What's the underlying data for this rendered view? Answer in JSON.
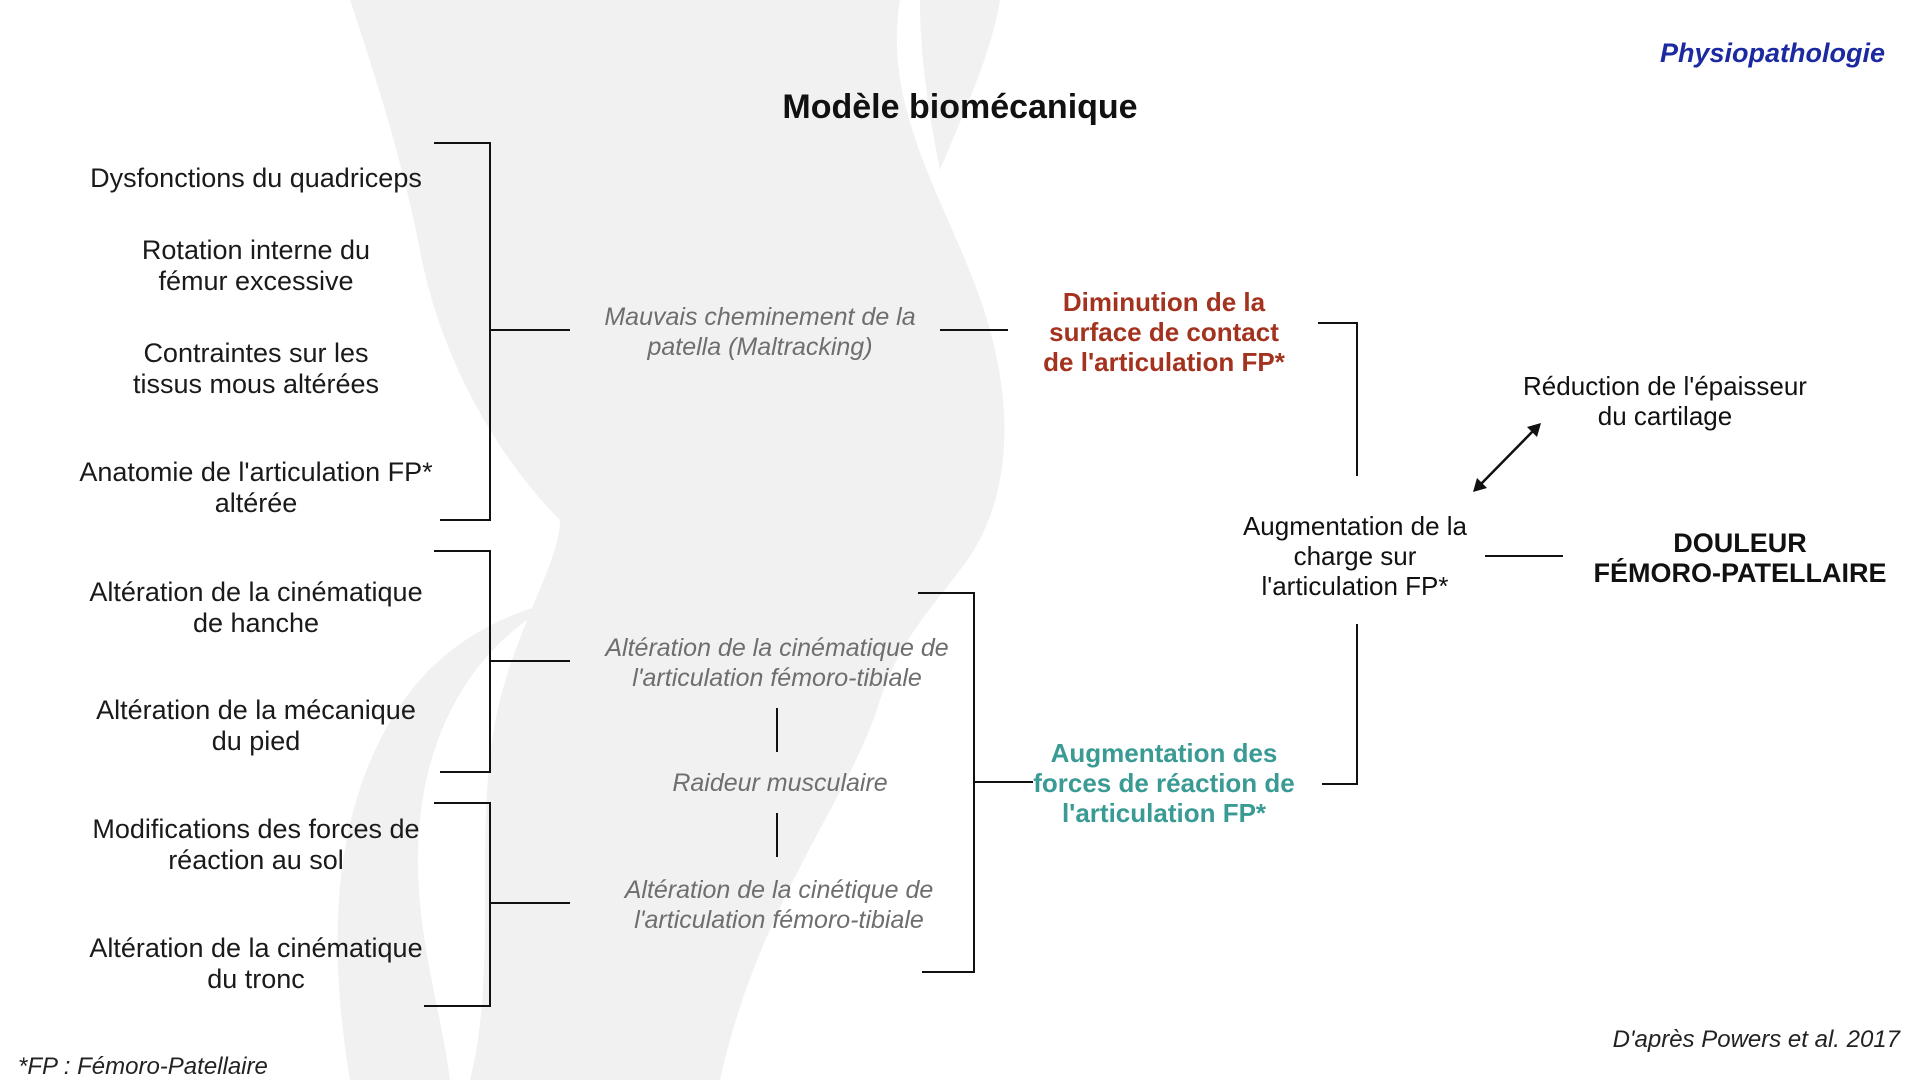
{
  "header": {
    "category": "Physiopathologie",
    "title": "Modèle biomécanique"
  },
  "causes": [
    "Dysfonctions du quadriceps",
    "Rotation interne du fémur excessive",
    "Contraintes sur les tissus mous altérées",
    "Anatomie de l'articulation FP* altérée",
    "Altération de la cinématique de hanche",
    "Altération de la mécanique du pied",
    "Modifications des forces de réaction au sol",
    "Altération de la cinématique du tronc"
  ],
  "intermediate": {
    "maltracking": "Mauvais cheminement de la patella (Maltracking)",
    "kinematics_ft": "Altération de la cinématique de l'articulation fémoro-tibiale",
    "stiffness": "Raideur musculaire",
    "kinetics_ft": "Altération de la cinétique de l'articulation fémoro-tibiale"
  },
  "mechanisms": {
    "contact_reduction": "Diminution de la surface de contact de l'articulation FP*",
    "force_increase": "Augmentation des forces de réaction de l'articulation FP*"
  },
  "load_increase": "Augmentation de la charge sur l'articulation FP*",
  "cartilage": "Réduction de l'épaisseur du cartilage",
  "outcome": {
    "line1": "DOULEUR",
    "line2": "FÉMORO-PATELLAIRE"
  },
  "footnote": "*FP : Fémoro-Patellaire",
  "source": "D'après Powers et al. 2017",
  "colors": {
    "category": "#1b2aa0",
    "contact_reduction": "#a3321f",
    "force_increase": "#3a9a94",
    "intermediate": "#6e6e6e"
  }
}
